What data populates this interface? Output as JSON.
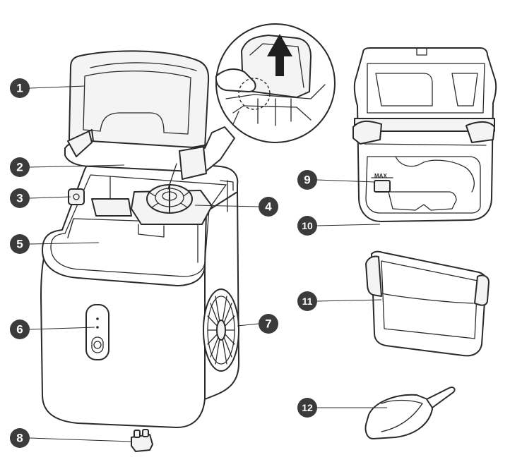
{
  "callouts": [
    {
      "number": "1",
      "part": "lid"
    },
    {
      "number": "2",
      "part": "ice-tray"
    },
    {
      "number": "3",
      "part": "hinge"
    },
    {
      "number": "4",
      "part": "evaporator"
    },
    {
      "number": "5",
      "part": "water-reservoir"
    },
    {
      "number": "6",
      "part": "control-panel"
    },
    {
      "number": "7",
      "part": "vent"
    },
    {
      "number": "8",
      "part": "drain-plug"
    },
    {
      "number": "9",
      "part": "max-line"
    },
    {
      "number": "10",
      "part": "water-tank"
    },
    {
      "number": "11",
      "part": "ice-basket"
    },
    {
      "number": "12",
      "part": "ice-scoop"
    }
  ],
  "max_label": "MAX"
}
